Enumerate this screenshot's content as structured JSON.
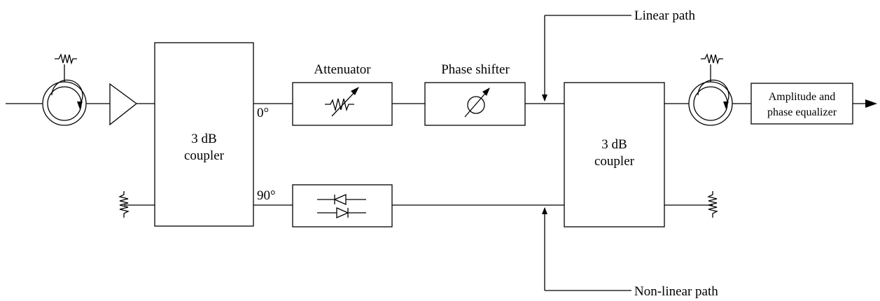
{
  "diagram": {
    "coupler_left": {
      "line1": "3 dB",
      "line2": "coupler"
    },
    "coupler_right": {
      "line1": "3 dB",
      "line2": "coupler"
    },
    "attenuator_label": "Attenuator",
    "phase_shifter_label": "Phase shifter",
    "port_0_label": "0°",
    "port_90_label": "90°",
    "linear_path_label": "Linear path",
    "nonlinear_path_label": "Non-linear path",
    "equalizer": {
      "line1": "Amplitude and",
      "line2": "phase equalizer"
    }
  }
}
